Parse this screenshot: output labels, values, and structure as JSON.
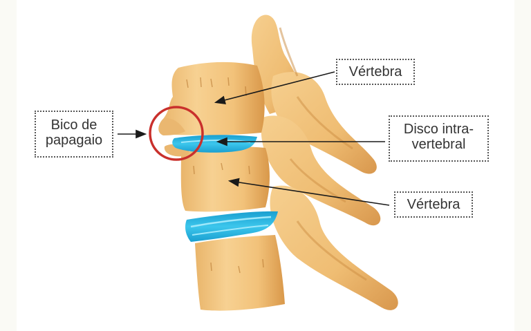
{
  "diagram": {
    "subject": "Lumbar spine segment with osteophyte",
    "colors": {
      "bone": "#f2c27a",
      "bone_shadow": "#d99a4e",
      "disc": "#2bb7e0",
      "disc_highlight": "#8fe3f7",
      "highlight_circle": "#c9302c",
      "label_border": "#555555",
      "label_text": "#333333",
      "arrow": "#1a1a1a"
    },
    "labels": {
      "vertebra_top": "Vértebra",
      "bico_line1": "Bico de",
      "bico_line2": "papagaio",
      "disco_line1": "Disco intra-",
      "disco_line2": "vertebral",
      "vertebra_bottom": "Vértebra"
    }
  }
}
